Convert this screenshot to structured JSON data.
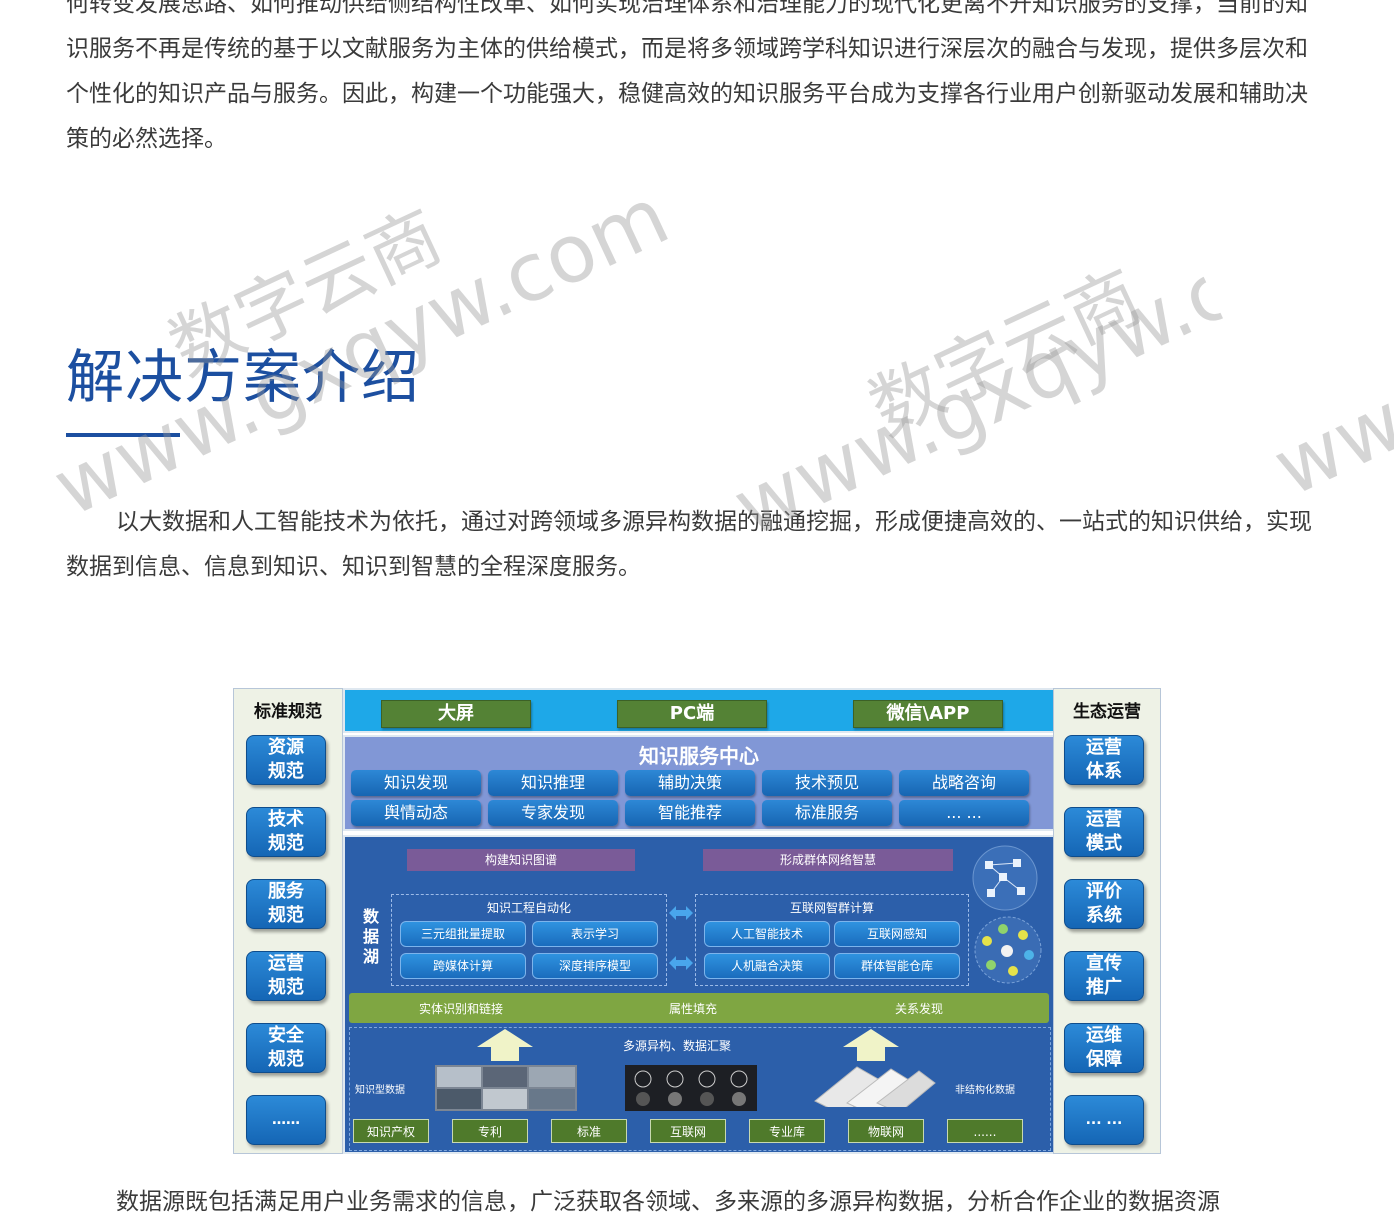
{
  "intro_paragraph": "何转变发展思路、如何推动供给侧结构性改革、如何实现治理体系和治理能力的现代化更离不开知识服务的支撑，当前的知识服务不再是传统的基于以文献服务为主体的供给模式，而是将多领域跨学科知识进行深层次的融合与发现，提供多层次和个性化的知识产品与服务。因此，构建一个功能强大，稳健高效的知识服务平台成为支撑各行业用户创新驱动发展和辅助决策的必然选择。",
  "section_heading": "解决方案介绍",
  "body_paragraph": "以大数据和人工智能技术为依托，通过对跨领域多源异构数据的融通挖掘，形成便捷高效的、一站式的知识供给，实现数据到信息、信息到知识、知识到智慧的全程深度服务。",
  "bottom_paragraph": "数据源既包括满足用户业务需求的信息，广泛获取各领域、多来源的多源异构数据，分析合作企业的数据资源",
  "watermark": {
    "brand": "数字云商",
    "url": "www.gxqyw.com"
  },
  "diagram": {
    "left_panel": {
      "title": "标准规范",
      "items": [
        "资源规范",
        "技术规范",
        "服务规范",
        "运营规范",
        "安全规范",
        "……"
      ]
    },
    "right_panel": {
      "title": "生态运营",
      "items": [
        "运营体系",
        "运营模式",
        "评价系统",
        "宣传推广",
        "运维保障",
        "... ..."
      ]
    },
    "top_channels": [
      "大屏",
      "PC端",
      "微信\\APP"
    ],
    "service_center": {
      "title": "知识服务中心",
      "items": [
        "知识发现",
        "知识推理",
        "辅助决策",
        "技术预见",
        "战略咨询",
        "舆情动态",
        "专家发现",
        "智能推荐",
        "标准服务",
        "... ..."
      ]
    },
    "data_lake": {
      "label": "数据湖",
      "top_bars": [
        "构建知识图谱",
        "形成群体网络智慧"
      ],
      "group_left": {
        "title": "知识工程自动化",
        "items": [
          "三元组批量提取",
          "表示学习",
          "跨媒体计算",
          "深度排序模型"
        ]
      },
      "group_right": {
        "title": "互联网智群计算",
        "items": [
          "人工智能技术",
          "互联网感知",
          "人机融合决策",
          "群体智能仓库"
        ]
      },
      "processing_bar": [
        "实体识别和链接",
        "属性填充",
        "关系发现"
      ],
      "source_caption": "多源异构、数据汇聚",
      "data_types": [
        "知识型数据",
        "非结构化数据"
      ],
      "sources": [
        "知识产权",
        "专利",
        "标准",
        "互联网",
        "专业库",
        "物联网",
        "......"
      ]
    }
  }
}
